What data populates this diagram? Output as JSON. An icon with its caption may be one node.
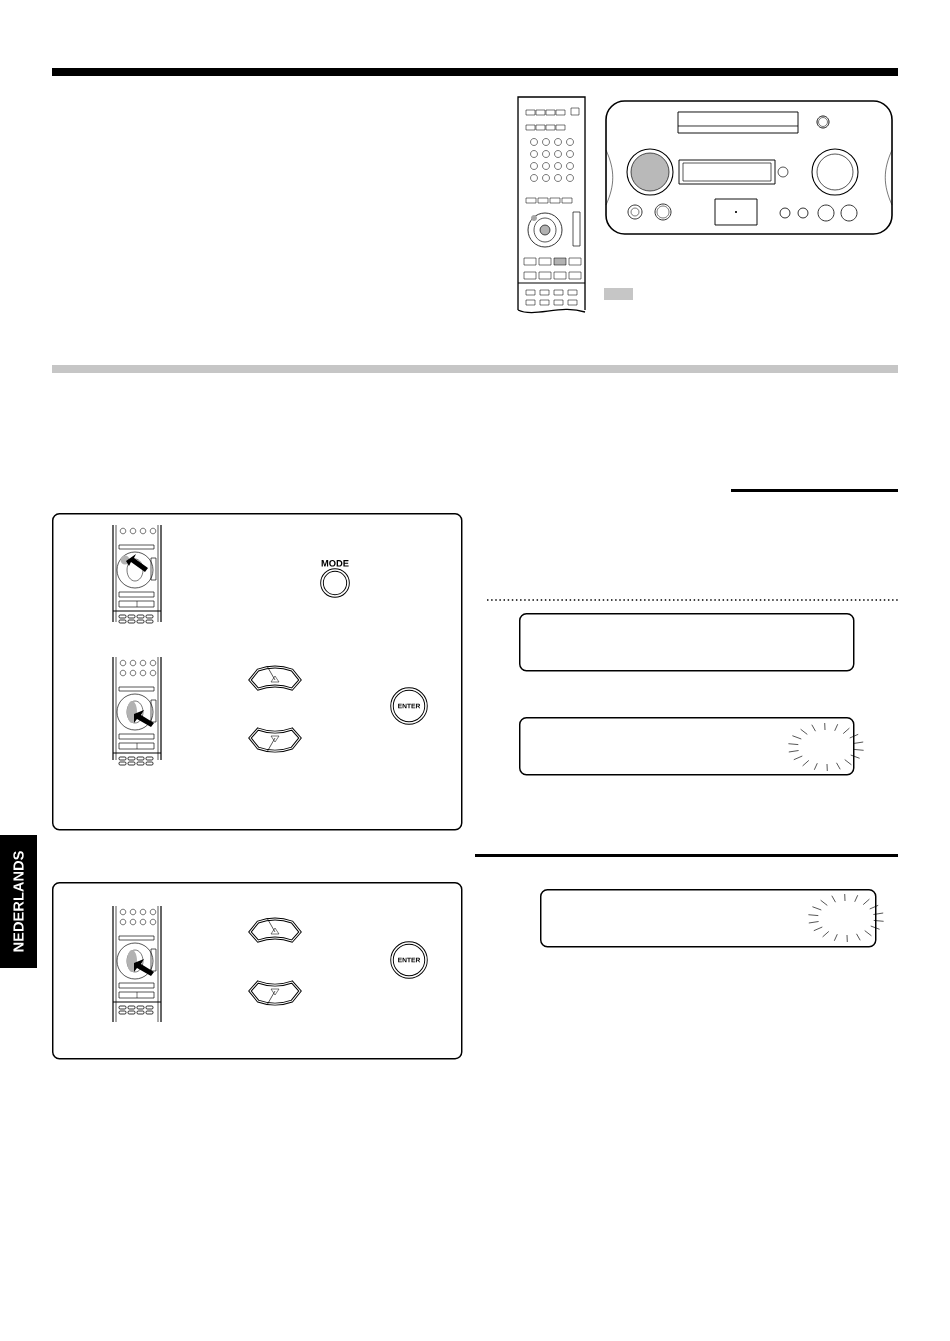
{
  "diagram": {
    "nodes": [
      {
        "text": [
          "NEDERLANDS"
        ]
      },
      {
        "text": [],
        "shape": "box"
      },
      {
        "text": [
          "MODE"
        ],
        "in": 1
      },
      {
        "text": [
          "ENTER"
        ],
        "in": 1
      },
      {
        "text": [],
        "shape": "box"
      },
      {
        "text": [
          "ENTER"
        ],
        "in": 4
      },
      {
        "text": [],
        "shape": "box"
      },
      {
        "text": [],
        "shape": "box"
      },
      {
        "text": [],
        "shape": "box"
      }
    ]
  }
}
